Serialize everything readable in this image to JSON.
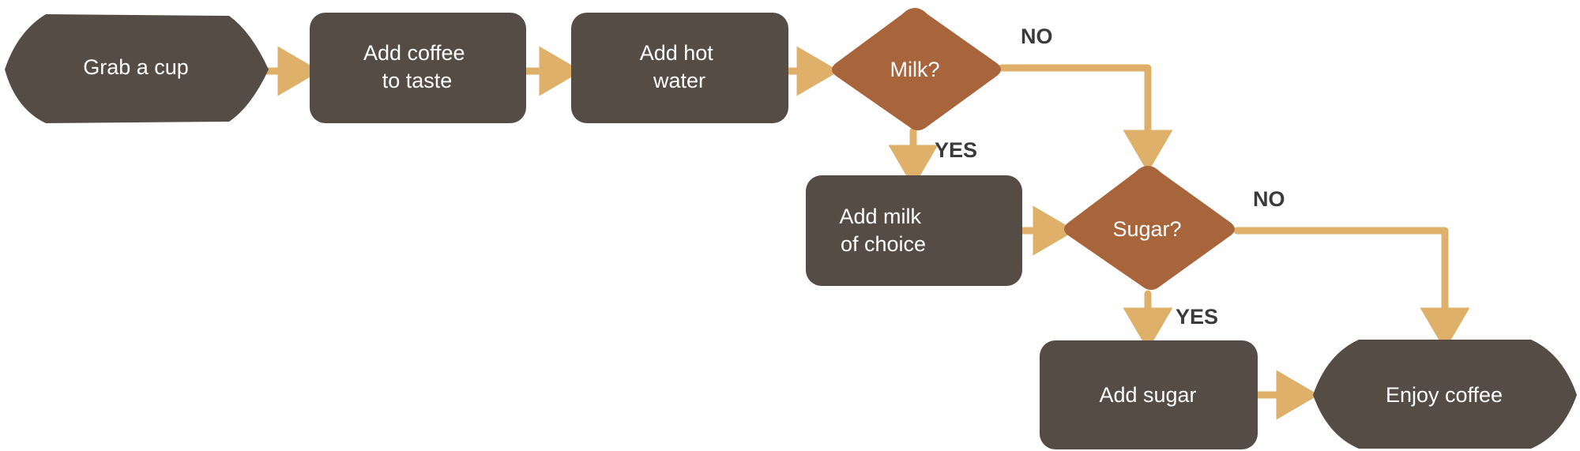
{
  "colors": {
    "process_fill": "#554d45",
    "decision_fill": "#a8643a",
    "arrow": "#dfb06a",
    "label_text": "#3a3a3a",
    "node_text": "#ffffff"
  },
  "nodes": {
    "grab_cup": {
      "lines": [
        "Grab a cup"
      ]
    },
    "add_coffee": {
      "lines": [
        "Add coffee",
        "to taste"
      ]
    },
    "add_water": {
      "lines": [
        "Add hot",
        "water"
      ]
    },
    "milk_decision": {
      "lines": [
        "Milk?"
      ]
    },
    "add_milk": {
      "lines": [
        "Add milk",
        "of choice"
      ]
    },
    "sugar_decision": {
      "lines": [
        "Sugar?"
      ]
    },
    "add_sugar": {
      "lines": [
        "Add sugar"
      ]
    },
    "enjoy": {
      "lines": [
        "Enjoy coffee"
      ]
    }
  },
  "edge_labels": {
    "milk_no": "NO",
    "milk_yes": "YES",
    "sugar_no": "NO",
    "sugar_yes": "YES"
  }
}
